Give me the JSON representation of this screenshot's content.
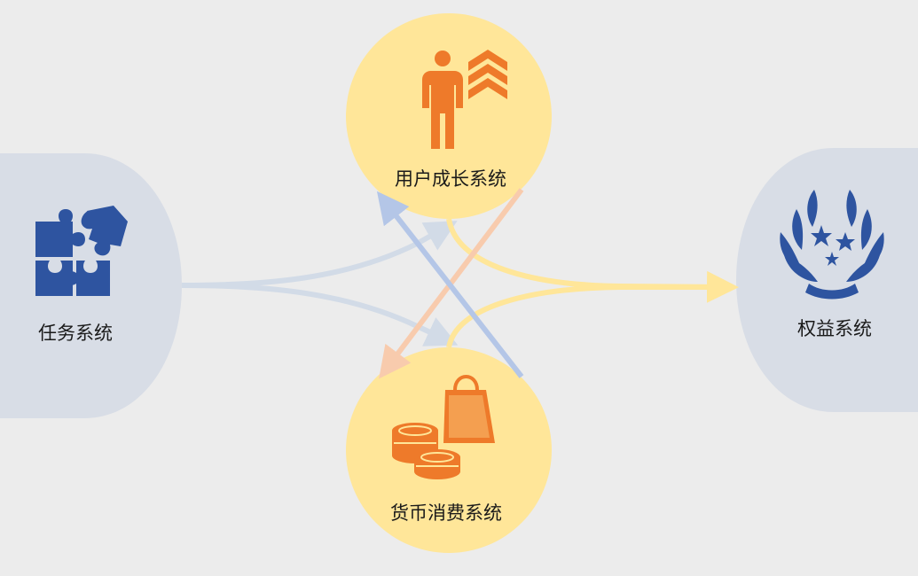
{
  "nodes": {
    "task": {
      "label": "任务系统",
      "icon": "puzzle-icon",
      "color": "#2e54a0",
      "bg": "#d8dde6"
    },
    "growth": {
      "label": "用户成长系统",
      "icon": "person-level-up-icon",
      "color": "#ee7a2a",
      "bg": "#ffe699"
    },
    "currency": {
      "label": "货币消费系统",
      "icon": "coins-shopping-bag-icon",
      "color": "#ee7a2a",
      "bg": "#ffe699"
    },
    "rights": {
      "label": "权益系统",
      "icon": "laurel-stars-icon",
      "color": "#2e54a0",
      "bg": "#d8dde6"
    }
  },
  "flows": [
    {
      "from": "task",
      "to": "growth",
      "color": "#d2dbe7"
    },
    {
      "from": "task",
      "to": "currency",
      "color": "#d2dbe7"
    },
    {
      "from": "growth",
      "to": "rights",
      "color": "#ffe699"
    },
    {
      "from": "currency",
      "to": "rights",
      "color": "#ffe699"
    },
    {
      "from": "growth",
      "to": "currency",
      "color": "#f8cbad"
    },
    {
      "from": "currency",
      "to": "growth",
      "color": "#b4c6e7"
    }
  ]
}
